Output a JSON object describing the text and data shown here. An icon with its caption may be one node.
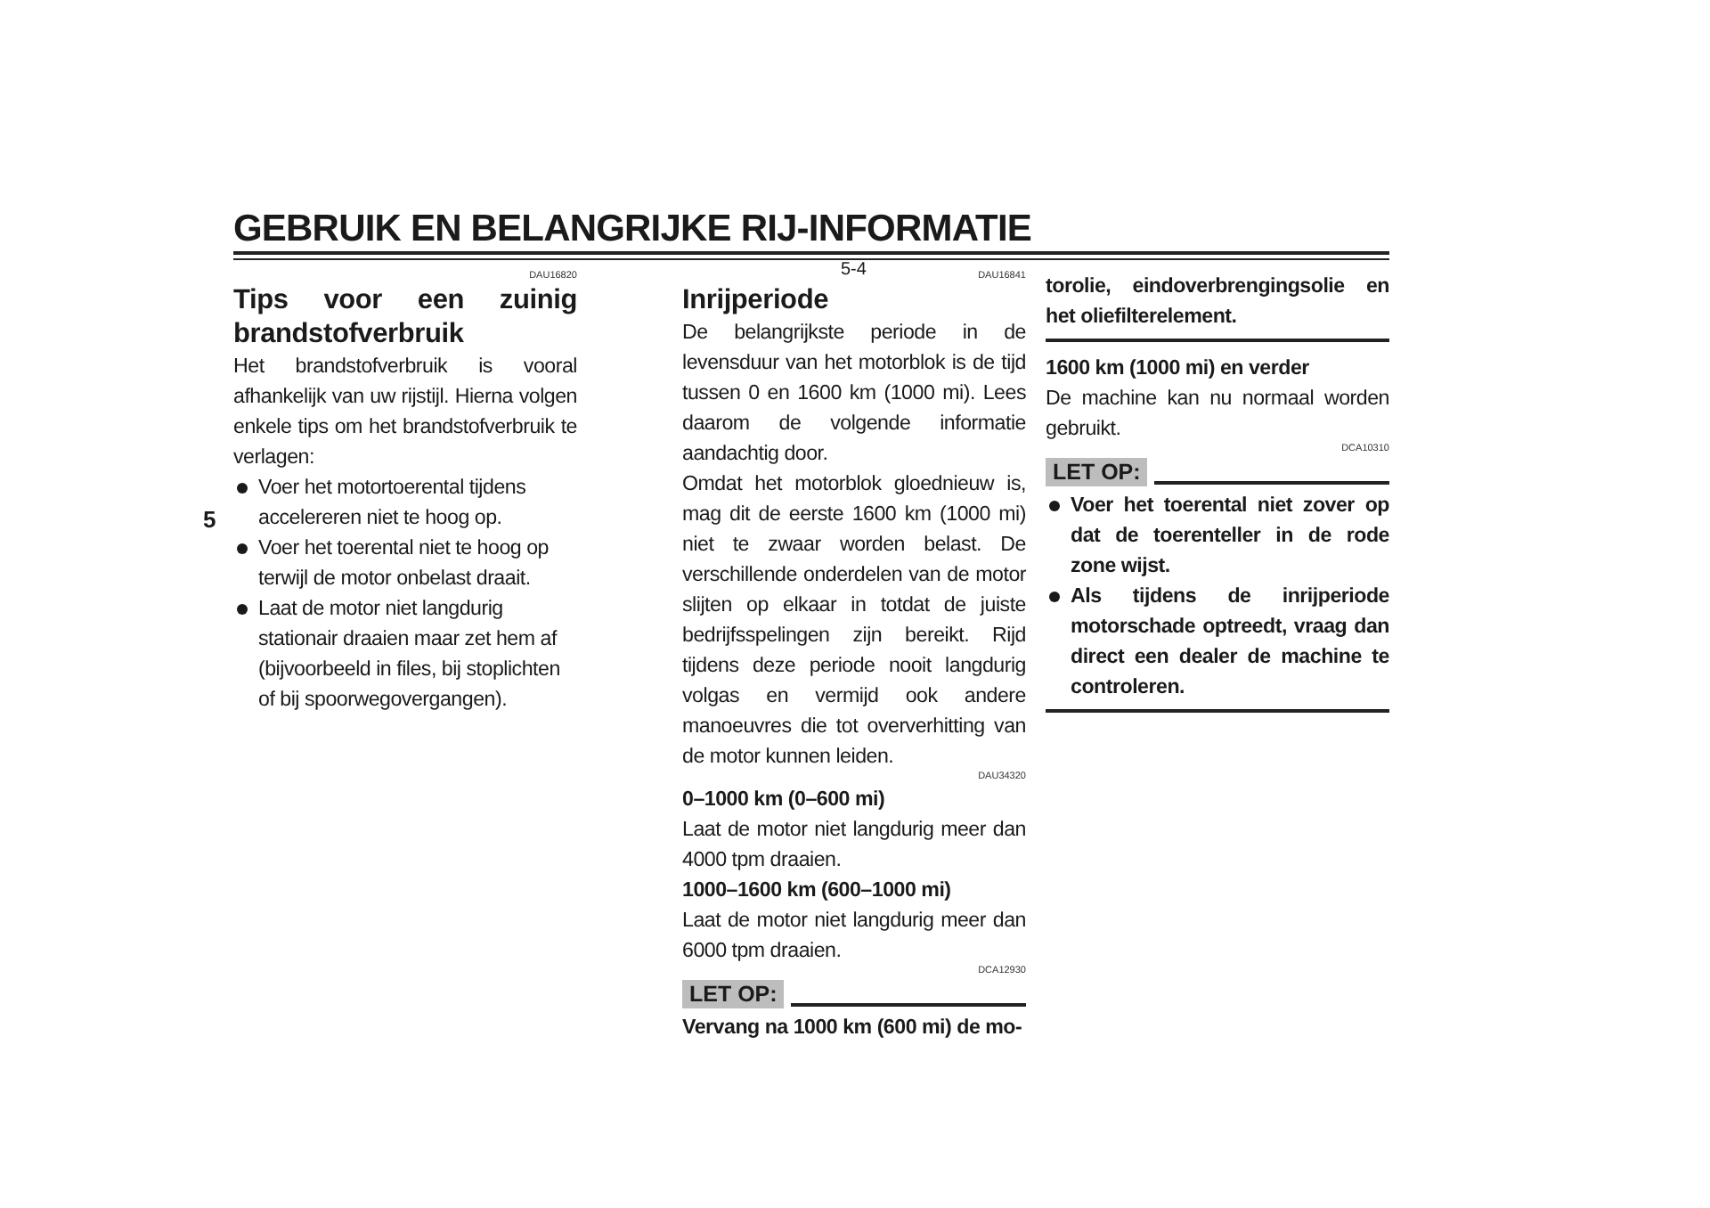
{
  "diagram": {
    "labels": [
      "GEBRUIK EN BELANGRIJKE RIJ-INFORMATIE",
      "5",
      "DAU16820",
      "Tips voor een zuinig brandstofverbruik",
      "Het brandstofverbruik is vooral afhankelijk van uw rijstijl. Hierna volgen enkele tips om het brandstofverbruik te verlagen:",
      "Voer het motortoerental tijdens accelereren niet te hoog op.",
      "Voer het toerental niet te hoog op terwijl de motor onbelast draait.",
      "Laat de motor niet langdurig stationair draaien maar zet hem af (bijvoorbeeld in files, bij stoplichten of bij spoorwegovergangen).",
      "DAU16841",
      "Inrijperiode",
      "De belangrijkste periode in de levensduur van het motorblok is de tijd tussen 0 en 1600 km (1000 mi). Lees daarom de volgende informatie aandachtig door.",
      "Omdat het motorblok gloednieuw is, mag dit de eerste 1600 km (1000 mi) niet te zwaar worden belast. De verschillende onderdelen van de motor slijten op elkaar in totdat de juiste bedrijfsspelingen zijn bereikt. Rijd tijdens deze periode nooit langdurig volgas en vermijd ook andere manoeuvres die tot oververhitting van de motor kunnen leiden.",
      "DAU34320",
      "0–1000 km (0–600 mi)",
      "Laat de motor niet langdurig meer dan 4000 tpm draaien.",
      "1000–1600 km (600–1000 mi)",
      "Laat de motor niet langdurig meer dan 6000 tpm draaien.",
      "DCA12930",
      "LET OP:",
      "Vervang na 1000 km (600 mi) de mo-",
      "torolie, eindoverbrengingsolie en het oliefilterelement.",
      "1600 km (1000 mi) en verder",
      "De machine kan nu normaal worden gebruikt.",
      "DCA10310",
      "LET OP:",
      "Voer het toerental niet zover op dat de toerenteller in de rode zone wijst.",
      "Als tijdens de inrijperiode motorschade optreedt, vraag dan direct een dealer de machine te controleren.",
      "5-4"
    ]
  }
}
